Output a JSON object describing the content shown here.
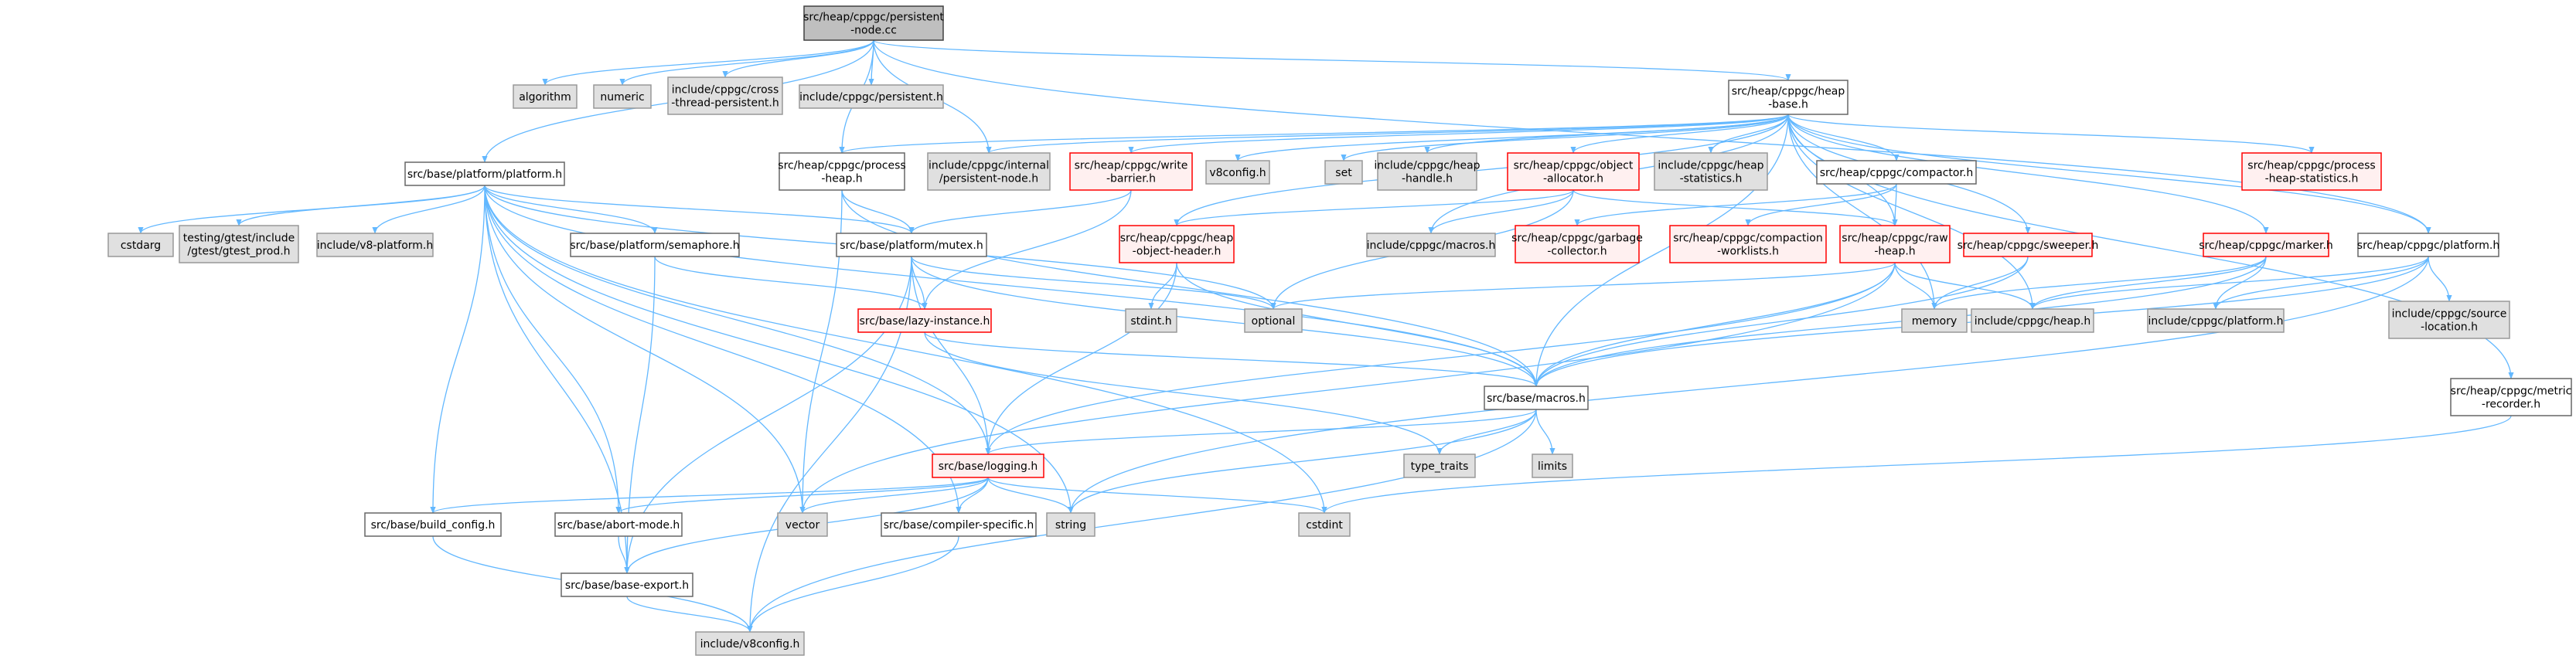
{
  "colors": {
    "edge": "#63b8ff",
    "root_fill": "#bfbfbf",
    "root_border": "#404040",
    "normal_fill": "#ffffff",
    "normal_border": "#666666",
    "red_fill": "#fff0f0",
    "red_border": "#ff0000",
    "sys_fill": "#e0e0e0",
    "sys_border": "#999999"
  },
  "nodes": [
    {
      "id": "root",
      "style": "root",
      "lines": [
        "src/heap/cppgc/persistent",
        "-node.cc"
      ]
    },
    {
      "id": "algorithm",
      "style": "sys",
      "lines": [
        "algorithm"
      ]
    },
    {
      "id": "numeric",
      "style": "sys",
      "lines": [
        "numeric"
      ]
    },
    {
      "id": "cross_thread",
      "style": "sys",
      "lines": [
        "include/cppgc/cross",
        "-thread-persistent.h"
      ]
    },
    {
      "id": "persistent_h",
      "style": "sys",
      "lines": [
        "include/cppgc/persistent.h"
      ]
    },
    {
      "id": "heap_base",
      "style": "normal",
      "lines": [
        "src/heap/cppgc/heap",
        "-base.h"
      ]
    },
    {
      "id": "platform_h",
      "style": "normal",
      "lines": [
        "src/base/platform/platform.h"
      ]
    },
    {
      "id": "process_heap",
      "style": "normal",
      "lines": [
        "src/heap/cppgc/process",
        "-heap.h"
      ]
    },
    {
      "id": "internal_persistent",
      "style": "sys",
      "lines": [
        "include/cppgc/internal",
        "/persistent-node.h"
      ]
    },
    {
      "id": "write_barrier",
      "style": "red",
      "lines": [
        "src/heap/cppgc/write",
        "-barrier.h"
      ]
    },
    {
      "id": "v8config_h",
      "style": "sys",
      "lines": [
        "v8config.h"
      ]
    },
    {
      "id": "set",
      "style": "sys",
      "lines": [
        "set"
      ]
    },
    {
      "id": "heap_handle",
      "style": "sys",
      "lines": [
        "include/cppgc/heap",
        "-handle.h"
      ]
    },
    {
      "id": "object_allocator",
      "style": "red",
      "lines": [
        "src/heap/cppgc/object",
        "-allocator.h"
      ]
    },
    {
      "id": "heap_statistics",
      "style": "sys",
      "lines": [
        "include/cppgc/heap",
        "-statistics.h"
      ]
    },
    {
      "id": "compactor",
      "style": "normal",
      "lines": [
        "src/heap/cppgc/compactor.h"
      ]
    },
    {
      "id": "process_heap_stats",
      "style": "red",
      "lines": [
        "src/heap/cppgc/process",
        "-heap-statistics.h"
      ]
    },
    {
      "id": "cstdarg",
      "style": "sys",
      "lines": [
        "cstdarg"
      ]
    },
    {
      "id": "gtest_prod",
      "style": "sys",
      "lines": [
        "testing/gtest/include",
        "/gtest/gtest_prod.h"
      ]
    },
    {
      "id": "v8_platform",
      "style": "sys",
      "lines": [
        "include/v8-platform.h"
      ]
    },
    {
      "id": "semaphore",
      "style": "normal",
      "lines": [
        "src/base/platform/semaphore.h"
      ]
    },
    {
      "id": "mutex",
      "style": "normal",
      "lines": [
        "src/base/platform/mutex.h"
      ]
    },
    {
      "id": "heap_object_header",
      "style": "red",
      "lines": [
        "src/heap/cppgc/heap",
        "-object-header.h"
      ]
    },
    {
      "id": "macros_h_inc",
      "style": "sys",
      "lines": [
        "include/cppgc/macros.h"
      ]
    },
    {
      "id": "garbage_collector",
      "style": "red",
      "lines": [
        "src/heap/cppgc/garbage",
        "-collector.h"
      ]
    },
    {
      "id": "compaction_worklists",
      "style": "red",
      "lines": [
        "src/heap/cppgc/compaction",
        "-worklists.h"
      ]
    },
    {
      "id": "raw_heap",
      "style": "red",
      "lines": [
        "src/heap/cppgc/raw",
        "-heap.h"
      ]
    },
    {
      "id": "sweeper",
      "style": "red",
      "lines": [
        "src/heap/cppgc/sweeper.h"
      ]
    },
    {
      "id": "marker",
      "style": "red",
      "lines": [
        "src/heap/cppgc/marker.h"
      ]
    },
    {
      "id": "cppgc_platform",
      "style": "normal",
      "lines": [
        "src/heap/cppgc/platform.h"
      ]
    },
    {
      "id": "lazy_instance",
      "style": "red",
      "lines": [
        "src/base/lazy-instance.h"
      ]
    },
    {
      "id": "stdint",
      "style": "sys",
      "lines": [
        "stdint.h"
      ]
    },
    {
      "id": "optional",
      "style": "sys",
      "lines": [
        "optional"
      ]
    },
    {
      "id": "memory",
      "style": "sys",
      "lines": [
        "memory"
      ]
    },
    {
      "id": "heap_h_inc",
      "style": "sys",
      "lines": [
        "include/cppgc/heap.h"
      ]
    },
    {
      "id": "platform_inc",
      "style": "sys",
      "lines": [
        "include/cppgc/platform.h"
      ]
    },
    {
      "id": "source_location",
      "style": "sys",
      "lines": [
        "include/cppgc/source",
        "-location.h"
      ]
    },
    {
      "id": "base_macros",
      "style": "normal",
      "lines": [
        "src/base/macros.h"
      ]
    },
    {
      "id": "metric_recorder",
      "style": "normal",
      "lines": [
        "src/heap/cppgc/metric",
        "-recorder.h"
      ]
    },
    {
      "id": "logging",
      "style": "red",
      "lines": [
        "src/base/logging.h"
      ]
    },
    {
      "id": "type_traits",
      "style": "sys",
      "lines": [
        "type_traits"
      ]
    },
    {
      "id": "limits",
      "style": "sys",
      "lines": [
        "limits"
      ]
    },
    {
      "id": "build_config",
      "style": "normal",
      "lines": [
        "src/base/build_config.h"
      ]
    },
    {
      "id": "abort_mode",
      "style": "normal",
      "lines": [
        "src/base/abort-mode.h"
      ]
    },
    {
      "id": "vector",
      "style": "sys",
      "lines": [
        "vector"
      ]
    },
    {
      "id": "compiler_specific",
      "style": "normal",
      "lines": [
        "src/base/compiler-specific.h"
      ]
    },
    {
      "id": "string",
      "style": "sys",
      "lines": [
        "string"
      ]
    },
    {
      "id": "cstdint",
      "style": "sys",
      "lines": [
        "cstdint"
      ]
    },
    {
      "id": "base_export",
      "style": "normal",
      "lines": [
        "src/base/base-export.h"
      ]
    },
    {
      "id": "v8config_inc",
      "style": "sys",
      "lines": [
        "include/v8config.h"
      ]
    }
  ],
  "edges": [
    [
      "root",
      "algorithm"
    ],
    [
      "root",
      "numeric"
    ],
    [
      "root",
      "cross_thread"
    ],
    [
      "root",
      "persistent_h"
    ],
    [
      "root",
      "heap_base"
    ],
    [
      "root",
      "platform_h"
    ],
    [
      "root",
      "process_heap"
    ],
    [
      "root",
      "internal_persistent"
    ],
    [
      "root",
      "cppgc_platform"
    ],
    [
      "heap_base",
      "process_heap"
    ],
    [
      "heap_base",
      "internal_persistent"
    ],
    [
      "heap_base",
      "write_barrier"
    ],
    [
      "heap_base",
      "v8config_h"
    ],
    [
      "heap_base",
      "set"
    ],
    [
      "heap_base",
      "heap_handle"
    ],
    [
      "heap_base",
      "object_allocator"
    ],
    [
      "heap_base",
      "heap_statistics"
    ],
    [
      "heap_base",
      "compactor"
    ],
    [
      "heap_base",
      "process_heap_stats"
    ],
    [
      "heap_base",
      "heap_object_header"
    ],
    [
      "heap_base",
      "macros_h_inc"
    ],
    [
      "heap_base",
      "raw_heap"
    ],
    [
      "heap_base",
      "sweeper"
    ],
    [
      "heap_base",
      "marker"
    ],
    [
      "heap_base",
      "cppgc_platform"
    ],
    [
      "heap_base",
      "memory"
    ],
    [
      "heap_base",
      "heap_h_inc"
    ],
    [
      "heap_base",
      "metric_recorder"
    ],
    [
      "heap_base",
      "base_macros"
    ],
    [
      "platform_h",
      "cstdarg"
    ],
    [
      "platform_h",
      "gtest_prod"
    ],
    [
      "platform_h",
      "v8_platform"
    ],
    [
      "platform_h",
      "semaphore"
    ],
    [
      "platform_h",
      "mutex"
    ],
    [
      "platform_h",
      "base_macros"
    ],
    [
      "platform_h",
      "optional"
    ],
    [
      "platform_h",
      "build_config"
    ],
    [
      "platform_h",
      "abort_mode"
    ],
    [
      "platform_h",
      "base_export"
    ],
    [
      "platform_h",
      "vector"
    ],
    [
      "platform_h",
      "compiler_specific"
    ],
    [
      "platform_h",
      "string"
    ],
    [
      "platform_h",
      "cstdint"
    ],
    [
      "platform_h",
      "logging"
    ],
    [
      "process_heap",
      "mutex"
    ],
    [
      "process_heap",
      "vector"
    ],
    [
      "process_heap",
      "base_macros"
    ],
    [
      "write_barrier",
      "mutex"
    ],
    [
      "write_barrier",
      "lazy_instance"
    ],
    [
      "semaphore",
      "lazy_instance"
    ],
    [
      "semaphore",
      "base_export"
    ],
    [
      "mutex",
      "lazy_instance"
    ],
    [
      "mutex",
      "logging"
    ],
    [
      "mutex",
      "optional"
    ],
    [
      "mutex",
      "base_export"
    ],
    [
      "mutex",
      "v8config_inc"
    ],
    [
      "mutex",
      "base_macros"
    ],
    [
      "object_allocator",
      "heap_object_header"
    ],
    [
      "object_allocator",
      "macros_h_inc"
    ],
    [
      "object_allocator",
      "raw_heap"
    ],
    [
      "object_allocator",
      "optional"
    ],
    [
      "compactor",
      "raw_heap"
    ],
    [
      "compactor",
      "garbage_collector"
    ],
    [
      "compactor",
      "compaction_worklists"
    ],
    [
      "heap_object_header",
      "stdint"
    ],
    [
      "heap_object_header",
      "logging"
    ],
    [
      "heap_object_header",
      "base_macros"
    ],
    [
      "raw_heap",
      "memory"
    ],
    [
      "raw_heap",
      "heap_h_inc"
    ],
    [
      "raw_heap",
      "base_macros"
    ],
    [
      "raw_heap",
      "logging"
    ],
    [
      "raw_heap",
      "vector"
    ],
    [
      "raw_heap",
      "optional"
    ],
    [
      "sweeper",
      "memory"
    ],
    [
      "sweeper",
      "base_macros"
    ],
    [
      "marker",
      "memory"
    ],
    [
      "marker",
      "platform_inc"
    ],
    [
      "marker",
      "heap_h_inc"
    ],
    [
      "marker",
      "base_macros"
    ],
    [
      "cppgc_platform",
      "heap_h_inc"
    ],
    [
      "cppgc_platform",
      "platform_inc"
    ],
    [
      "cppgc_platform",
      "source_location"
    ],
    [
      "cppgc_platform",
      "base_macros"
    ],
    [
      "cppgc_platform",
      "string"
    ],
    [
      "lazy_instance",
      "base_macros"
    ],
    [
      "lazy_instance",
      "type_traits"
    ],
    [
      "base_macros",
      "logging"
    ],
    [
      "base_macros",
      "type_traits"
    ],
    [
      "base_macros",
      "limits"
    ],
    [
      "base_macros",
      "string"
    ],
    [
      "base_macros",
      "v8config_inc"
    ],
    [
      "metric_recorder",
      "cstdint"
    ],
    [
      "logging",
      "build_config"
    ],
    [
      "logging",
      "abort_mode"
    ],
    [
      "logging",
      "vector"
    ],
    [
      "logging",
      "compiler_specific"
    ],
    [
      "logging",
      "string"
    ],
    [
      "logging",
      "cstdint"
    ],
    [
      "logging",
      "base_export"
    ],
    [
      "build_config",
      "v8config_inc"
    ],
    [
      "abort_mode",
      "base_export"
    ],
    [
      "base_export",
      "v8config_inc"
    ],
    [
      "compiler_specific",
      "v8config_inc"
    ]
  ]
}
